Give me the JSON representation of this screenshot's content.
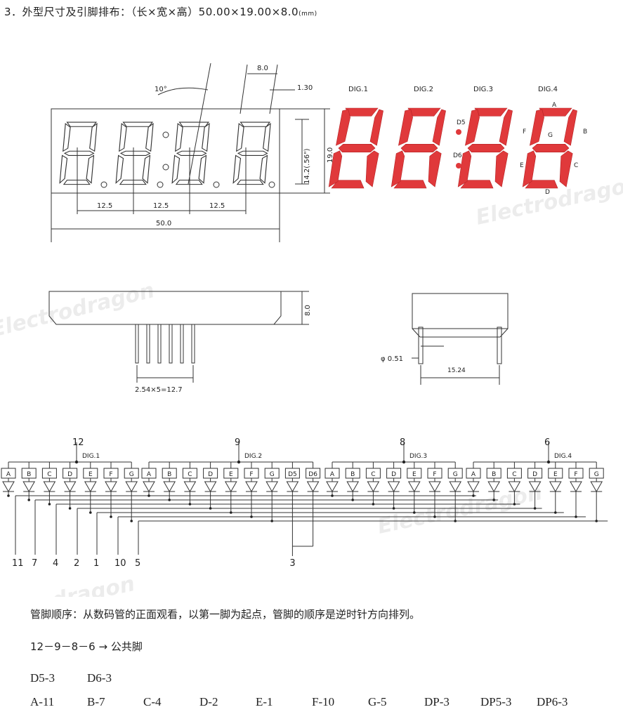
{
  "heading": {
    "text": "3．外型尺寸及引脚排布：（长×宽×高）50.00×19.00×8.0",
    "unit": "(mm)"
  },
  "watermark": "Electrodragon",
  "front_view": {
    "dim_total_width": "50.0",
    "dim_pitch": [
      "12.5",
      "12.5",
      "12.5"
    ],
    "dim_height": "19.0",
    "dim_digit_height": "14.2(.56\")",
    "dim_digit_width": "8.0",
    "dim_slant_offset": "1.30",
    "slant_angle": "10°"
  },
  "led_display": {
    "digit_labels": [
      "DIG.1",
      "DIG.2",
      "DIG.3",
      "DIG.4"
    ],
    "segment_labels": {
      "a": "A",
      "b": "B",
      "c": "C",
      "d": "D",
      "e": "E",
      "f": "F",
      "g": "G"
    },
    "colon_labels": [
      "D5",
      "D6"
    ],
    "segment_color": "#e0393b"
  },
  "side_view": {
    "dim_depth": "8.0",
    "dim_pin_span": "2.54×5=12.7"
  },
  "end_view": {
    "dim_pin_diameter": "φ 0.51",
    "dim_row_spacing": "15.24"
  },
  "circuit": {
    "digit_pins": [
      "12",
      "9",
      "8",
      "6"
    ],
    "digit_names": [
      "DIG.1",
      "DIG.2",
      "DIG.3",
      "DIG.4"
    ],
    "groups": [
      [
        "A",
        "B",
        "C",
        "D",
        "E",
        "F",
        "G"
      ],
      [
        "A",
        "B",
        "C",
        "D",
        "E",
        "F",
        "G",
        "D5",
        "D6"
      ],
      [
        "A",
        "B",
        "C",
        "D",
        "E",
        "F",
        "G"
      ],
      [
        "A",
        "B",
        "C",
        "D",
        "E",
        "F",
        "G"
      ]
    ],
    "bottom_pins": [
      "11",
      "7",
      "4",
      "2",
      "1",
      "10",
      "5"
    ],
    "dot_pin": "3"
  },
  "pin_order_note": "管脚顺序：从数码管的正面观看，以第一脚为起点，管脚的顺序是逆时针方向排列。",
  "common_pins": "12－9－8－6 → 公共脚",
  "mapping_row1": [
    "D5-3",
    "D6-3"
  ],
  "mapping_row2": [
    "A-11",
    "B-7",
    "C-4",
    "D-2",
    "E-1",
    "F-10",
    "G-5",
    "DP-3",
    "DP5-3",
    "DP6-3"
  ]
}
